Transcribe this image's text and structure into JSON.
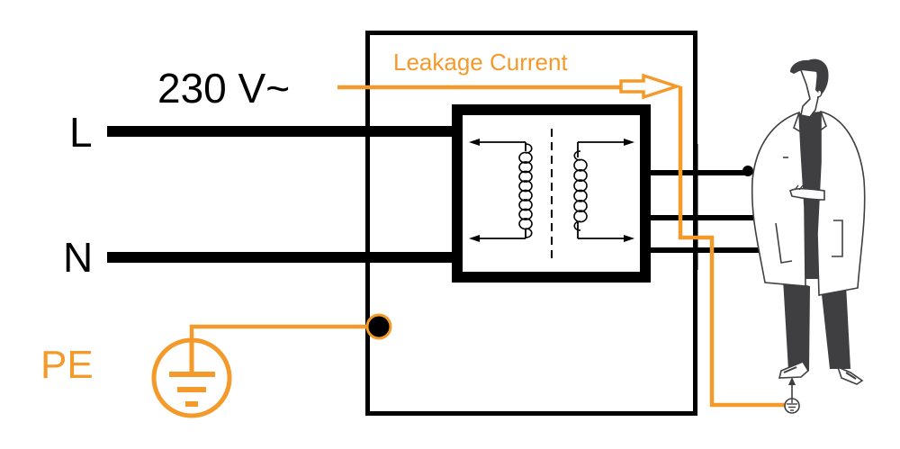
{
  "diagram": {
    "title": "Leakage current through a person touching an isolating transformer output",
    "colors": {
      "wire": "#000000",
      "leakage": "#F39A2B",
      "person_dark": "#3F3F42",
      "person_outline": "#3F3F42",
      "background": "#FFFFFF"
    },
    "labels": {
      "voltage": "230 V~",
      "line": "L",
      "neutral": "N",
      "protective_earth": "PE",
      "leakage_current": "Leakage Current"
    },
    "components": [
      {
        "id": "equipment-enclosure",
        "type": "enclosure"
      },
      {
        "id": "transformer",
        "type": "isolating-transformer",
        "primary_turns_shown": 8,
        "secondary_turns_shown": 6,
        "core": "dashed"
      },
      {
        "id": "pe-terminal",
        "type": "terminal"
      },
      {
        "id": "pe-ground",
        "type": "protective-earth-symbol"
      },
      {
        "id": "person-ground",
        "type": "protective-earth-symbol-small"
      },
      {
        "id": "person",
        "type": "illustration",
        "description": "man in lab coat touching output terminals"
      }
    ],
    "outputs": [
      "output-1",
      "output-2",
      "output-3"
    ]
  }
}
